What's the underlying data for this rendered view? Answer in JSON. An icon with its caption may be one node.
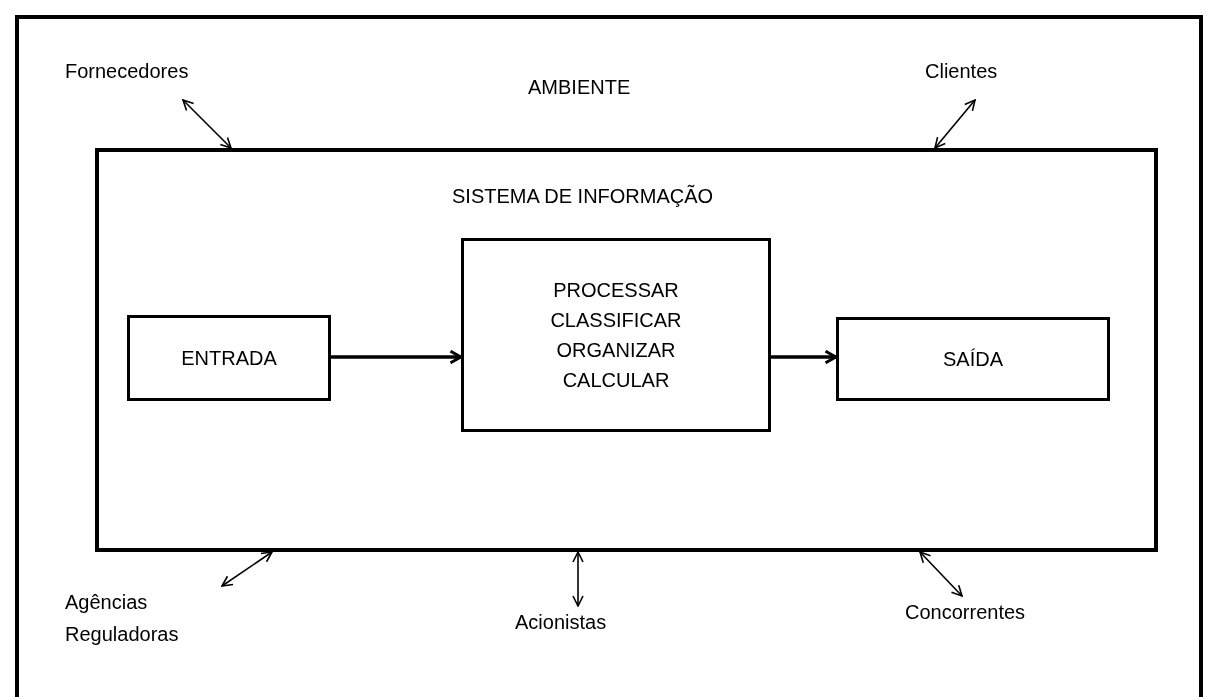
{
  "diagram": {
    "nodes": [
      {
        "text": [
          "AMBIENTE"
        ]
      },
      {
        "text": [
          "Fornecedores"
        ],
        "in": 0
      },
      {
        "text": [
          "Clientes"
        ],
        "in": 0
      },
      {
        "text": [
          "SISTEMA DE INFORMAÇÃO"
        ],
        "in": 0
      },
      {
        "text": [
          "ENTRADA"
        ],
        "in": 3
      },
      {
        "text": [
          "PROCESSAR",
          "CLASSIFICAR",
          "ORGANIZAR",
          "CALCULAR"
        ],
        "in": 3
      },
      {
        "text": [
          "SAÍDA"
        ],
        "in": 3
      },
      {
        "text": [
          "Agências Reguladoras"
        ],
        "in": 0
      },
      {
        "text": [
          "Acionistas"
        ],
        "in": 0
      },
      {
        "text": [
          "Concorrentes"
        ],
        "in": 0
      }
    ],
    "edges": [
      {
        "from": 1,
        "to": 3,
        "arrow": "both"
      },
      {
        "from": 2,
        "to": 3,
        "arrow": "both"
      },
      {
        "from": 4,
        "to": 5,
        "arrow": "to",
        "style": "thick"
      },
      {
        "from": 5,
        "to": 6,
        "arrow": "to",
        "style": "thick"
      },
      {
        "from": 7,
        "to": 3,
        "arrow": "both"
      },
      {
        "from": 8,
        "to": 3,
        "arrow": "both"
      },
      {
        "from": 9,
        "to": 3,
        "arrow": "both"
      }
    ]
  }
}
